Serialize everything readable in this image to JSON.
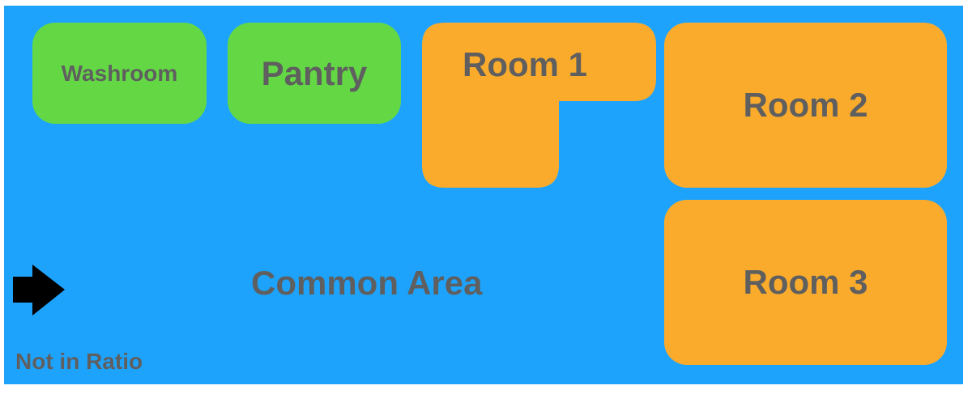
{
  "rooms": {
    "washroom": "Washroom",
    "pantry": "Pantry",
    "room1": "Room 1",
    "room2": "Room 2",
    "room3": "Room 3",
    "common_area": "Common Area"
  },
  "note": "Not in Ratio",
  "colors": {
    "background": "#1ea3fd",
    "service_room": "#63d844",
    "room": "#fbab2c",
    "text": "#5f5f5f"
  },
  "entrance_icon": "arrow-right-icon"
}
